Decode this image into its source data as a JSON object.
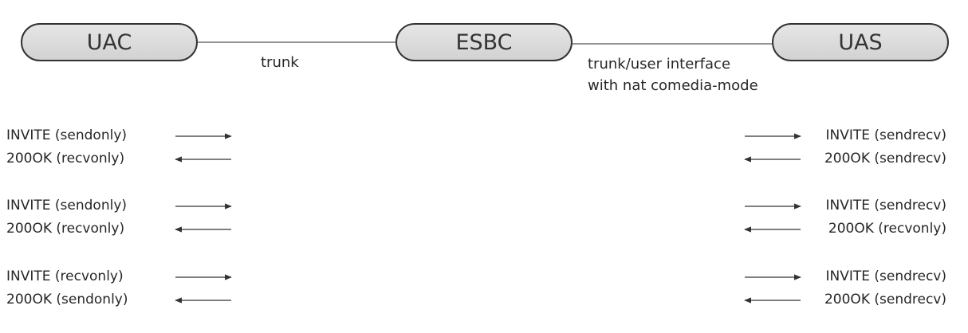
{
  "nodes": {
    "uac": "UAC",
    "esbc": "ESBC",
    "uas": "UAS"
  },
  "links": {
    "left_label": "trunk",
    "right_label_line1": "trunk/user interface",
    "right_label_line2": "with nat comedia-mode"
  },
  "flows": [
    {
      "left": [
        {
          "text": "INVITE (sendonly)",
          "dir": "right"
        },
        {
          "text": "200OK (recvonly)",
          "dir": "left"
        }
      ],
      "right": [
        {
          "text": "INVITE (sendrecv)",
          "dir": "right"
        },
        {
          "text": "200OK (sendrecv)",
          "dir": "left"
        }
      ]
    },
    {
      "left": [
        {
          "text": "INVITE (sendonly)",
          "dir": "right"
        },
        {
          "text": "200OK (recvonly)",
          "dir": "left"
        }
      ],
      "right": [
        {
          "text": "INVITE (sendrecv)",
          "dir": "right"
        },
        {
          "text": "200OK (recvonly)",
          "dir": "left"
        }
      ]
    },
    {
      "left": [
        {
          "text": "INVITE (recvonly)",
          "dir": "right"
        },
        {
          "text": "200OK (sendonly)",
          "dir": "left"
        }
      ],
      "right": [
        {
          "text": "INVITE (sendrecv)",
          "dir": "right"
        },
        {
          "text": "200OK (sendrecv)",
          "dir": "left"
        }
      ]
    }
  ]
}
